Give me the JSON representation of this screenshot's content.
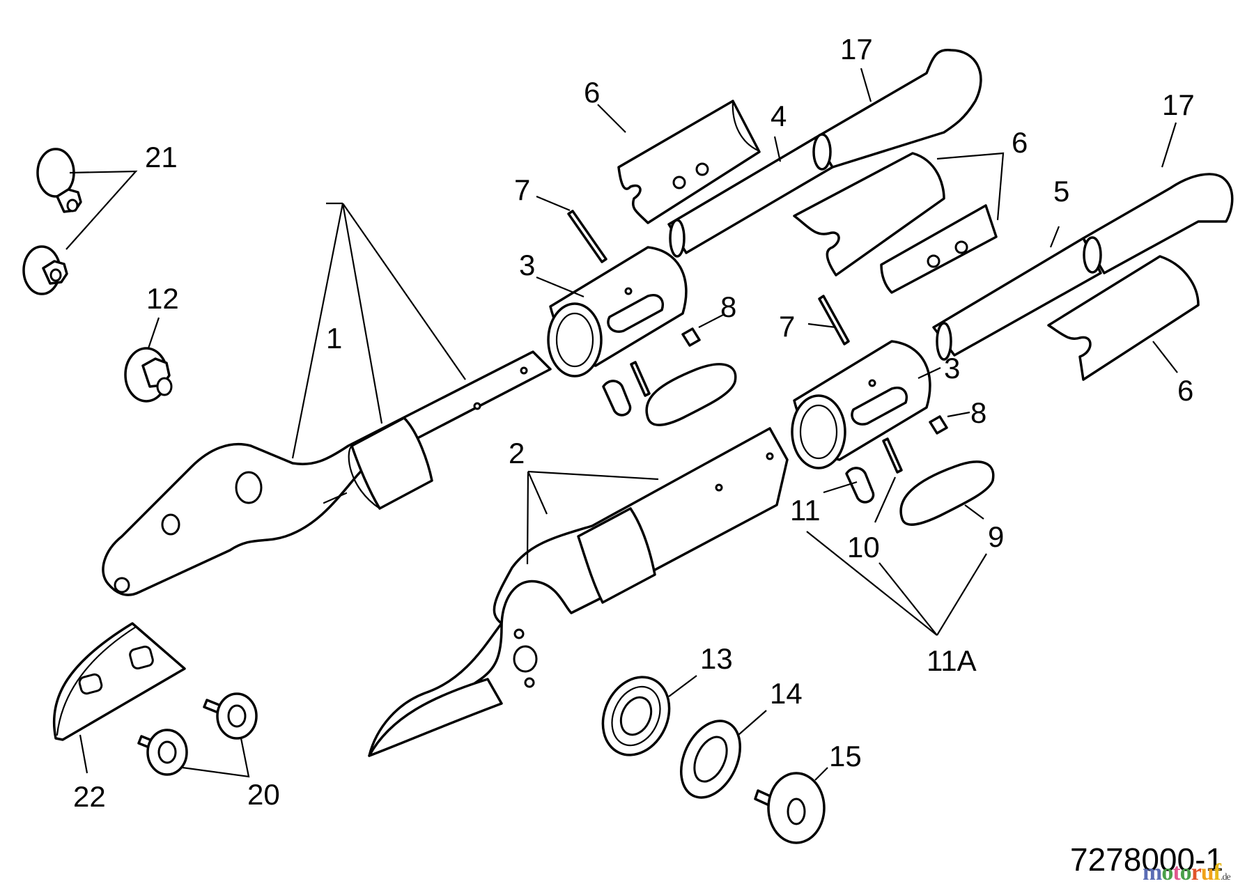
{
  "diagram": {
    "title": "Exploded parts diagram – lopper/pruner handle assembly",
    "document_number": "7278000-1",
    "watermark": {
      "letters": [
        {
          "ch": "m",
          "color": "#5b6db5"
        },
        {
          "ch": "o",
          "color": "#4aa04a"
        },
        {
          "ch": "t",
          "color": "#e0588f"
        },
        {
          "ch": "o",
          "color": "#4aa04a"
        },
        {
          "ch": "r",
          "color": "#e0542a"
        },
        {
          "ch": "u",
          "color": "#f0a21a"
        },
        {
          "ch": "f",
          "color": "#e8b81a"
        }
      ],
      "suffix": ".de"
    },
    "labels": [
      {
        "id": "l1",
        "text": "1"
      },
      {
        "id": "l2",
        "text": "2"
      },
      {
        "id": "l3a",
        "text": "3"
      },
      {
        "id": "l3b",
        "text": "3"
      },
      {
        "id": "l4",
        "text": "4"
      },
      {
        "id": "l5",
        "text": "5"
      },
      {
        "id": "l6a",
        "text": "6"
      },
      {
        "id": "l6b",
        "text": "6"
      },
      {
        "id": "l6c",
        "text": "6"
      },
      {
        "id": "l7a",
        "text": "7"
      },
      {
        "id": "l7b",
        "text": "7"
      },
      {
        "id": "l8a",
        "text": "8"
      },
      {
        "id": "l8b",
        "text": "8"
      },
      {
        "id": "l9",
        "text": "9"
      },
      {
        "id": "l10",
        "text": "10"
      },
      {
        "id": "l11",
        "text": "11"
      },
      {
        "id": "l11a",
        "text": "11A"
      },
      {
        "id": "l12",
        "text": "12"
      },
      {
        "id": "l13",
        "text": "13"
      },
      {
        "id": "l14",
        "text": "14"
      },
      {
        "id": "l15",
        "text": "15"
      },
      {
        "id": "l17a",
        "text": "17"
      },
      {
        "id": "l17b",
        "text": "17"
      },
      {
        "id": "l20",
        "text": "20"
      },
      {
        "id": "l21",
        "text": "21"
      },
      {
        "id": "l22",
        "text": "22"
      }
    ],
    "parts": [
      {
        "number": "1",
        "name": "Upper blade arm"
      },
      {
        "number": "2",
        "name": "Lower hook blade arm"
      },
      {
        "number": "3",
        "name": "Handle coupling sleeve"
      },
      {
        "number": "4",
        "name": "Handle tube (left)"
      },
      {
        "number": "5",
        "name": "Handle tube (right)"
      },
      {
        "number": "6",
        "name": "Clamp sleeve"
      },
      {
        "number": "7",
        "name": "Roll pin"
      },
      {
        "number": "8",
        "name": "Set screw"
      },
      {
        "number": "9",
        "name": "Lock lever"
      },
      {
        "number": "10",
        "name": "Pin"
      },
      {
        "number": "11",
        "name": "Screw"
      },
      {
        "number": "11A",
        "name": "Lock lever kit (9, 10, 11)"
      },
      {
        "number": "12",
        "name": "Flange nut"
      },
      {
        "number": "13",
        "name": "Thrust bearing"
      },
      {
        "number": "14",
        "name": "Washer"
      },
      {
        "number": "15",
        "name": "Pivot bolt"
      },
      {
        "number": "17",
        "name": "Handle grip"
      },
      {
        "number": "20",
        "name": "Bolt"
      },
      {
        "number": "21",
        "name": "Flange nut"
      },
      {
        "number": "22",
        "name": "Anvil plate"
      }
    ]
  }
}
